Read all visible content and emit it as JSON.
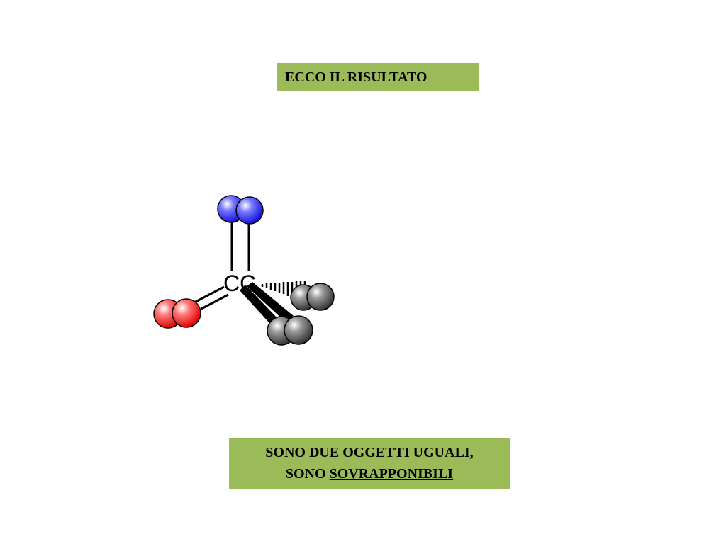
{
  "title": "ECCO IL RISULTATO",
  "conclusion": {
    "line1": "SONO DUE OGGETTI UGUALI,",
    "line2_prefix": "SONO ",
    "line2_emphasis": "SOVRAPPONIBILI"
  },
  "molecule": {
    "center_atoms": [
      "C",
      "C"
    ],
    "atom_colors": {
      "blue": "#3333ff",
      "red": "#ff2222",
      "gray": "#6b6b6b"
    }
  },
  "colors": {
    "box_background": "#9bbb59"
  }
}
